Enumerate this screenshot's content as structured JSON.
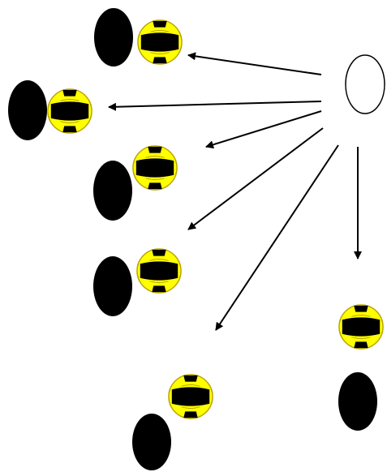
{
  "diagram": {
    "colors": {
      "background": "#ffffff",
      "ball_fill": "#ffff00",
      "ball_stripe": "#000000",
      "player_fill": "#000000",
      "coach_stroke": "#000000",
      "arrow": "#000000"
    },
    "icons": {
      "coach": "coach-marker-icon",
      "player": "player-marker-icon",
      "ball": "volleyball-icon"
    },
    "players": [
      {
        "id": "player-1"
      },
      {
        "id": "player-2"
      },
      {
        "id": "player-3"
      },
      {
        "id": "player-4"
      },
      {
        "id": "player-5"
      },
      {
        "id": "player-6"
      }
    ]
  }
}
